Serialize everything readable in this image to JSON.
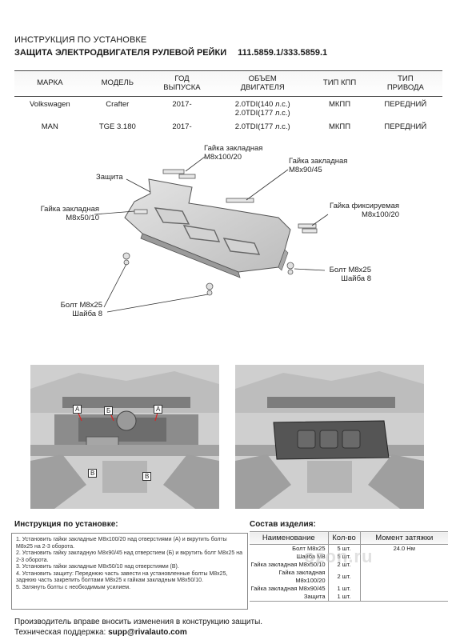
{
  "header": {
    "line1": "ИНСТРУКЦИЯ ПО УСТАНОВКЕ",
    "line2": "ЗАЩИТА ЭЛЕКТРОДВИГАТЕЛЯ РУЛЕВОЙ РЕЙКИ",
    "codes": "111.5859.1/333.5859.1"
  },
  "spec_table": {
    "headers": [
      "МАРКА",
      "МОДЕЛЬ",
      "ГОД\nВЫПУСКА",
      "ОБЪЕМ\nДВИГАТЕЛЯ",
      "ТИП КПП",
      "ТИП\nПРИВОДА"
    ],
    "rows": [
      [
        "Volkswagen",
        "Crafter",
        "2017-",
        "2.0TDI(140 л.с.)\n2.0TDI(177 л.с.)",
        "МКПП",
        "ПЕРЕДНИЙ"
      ],
      [
        "MAN",
        "TGE 3.180",
        "2017-",
        "2.0TDI(177 л.с.)",
        "МКПП",
        "ПЕРЕДНИЙ"
      ]
    ]
  },
  "diagram": {
    "labels": {
      "nut_100_20": "Гайка закладная\nМ8х100/20",
      "shield": "Защита",
      "nut_90_45": "Гайка закладная\nМ8х90/45",
      "nut_50_10": "Гайка закладная\nМ8х50/10",
      "nut_fixed": "Гайка фиксируемая\nМ8х100/20",
      "bolt_right": "Болт М8х25\nШайба 8",
      "bolt_left": "Болт М8х25\nШайба 8"
    },
    "photo_markers": {
      "a": "А",
      "b": "Б",
      "v": "В"
    }
  },
  "install": {
    "heading": "Инструкция по установке:",
    "steps": [
      "1. Установить гайки закладные М8х100/20 над отверстиями (А) и вкрутить болты М8х25 на 2-3 оборота.",
      "2. Установить гайку закладную М8х90/45 над отверстием (Б) и вкрутить болт М8х25 на 2-3 оборота.",
      "3. Установить гайки закладные М8х50/10 над отверстиями (В).",
      "4. Установить защиту: Переднюю часть завести на установленные болты М8х25, заднюю часть закрепить болтами М8х25 к гайкам закладным М8х50/10.",
      "5. Затянуть болты с необходимым усилием."
    ]
  },
  "composition": {
    "heading": "Состав изделия:",
    "headers": [
      "Наименование",
      "Кол-во",
      "Момент затяжки"
    ],
    "rows": [
      [
        "Болт М8х25",
        "5 шт.",
        "24.0 Нм"
      ],
      [
        "Шайба М8",
        "5 шт.",
        ""
      ],
      [
        "Гайка закладная М8х50/10",
        "2 шт.",
        ""
      ],
      [
        "Гайка закладная М8х100/20",
        "2 шт.",
        ""
      ],
      [
        "Гайка закладная М8х90/45",
        "1 шт.",
        ""
      ],
      [
        "Защита",
        "1 шт.",
        ""
      ]
    ]
  },
  "watermark": "ozon.ru",
  "footer": {
    "line1": "Производитель вправе вносить изменения в конструкцию защиты.",
    "support_label": "Техническая поддержка: ",
    "support_email": "supp@rivalauto.com"
  },
  "colors": {
    "line": "#444444",
    "metal": "#c9c9c9",
    "marker_fill": "#ffffff"
  }
}
